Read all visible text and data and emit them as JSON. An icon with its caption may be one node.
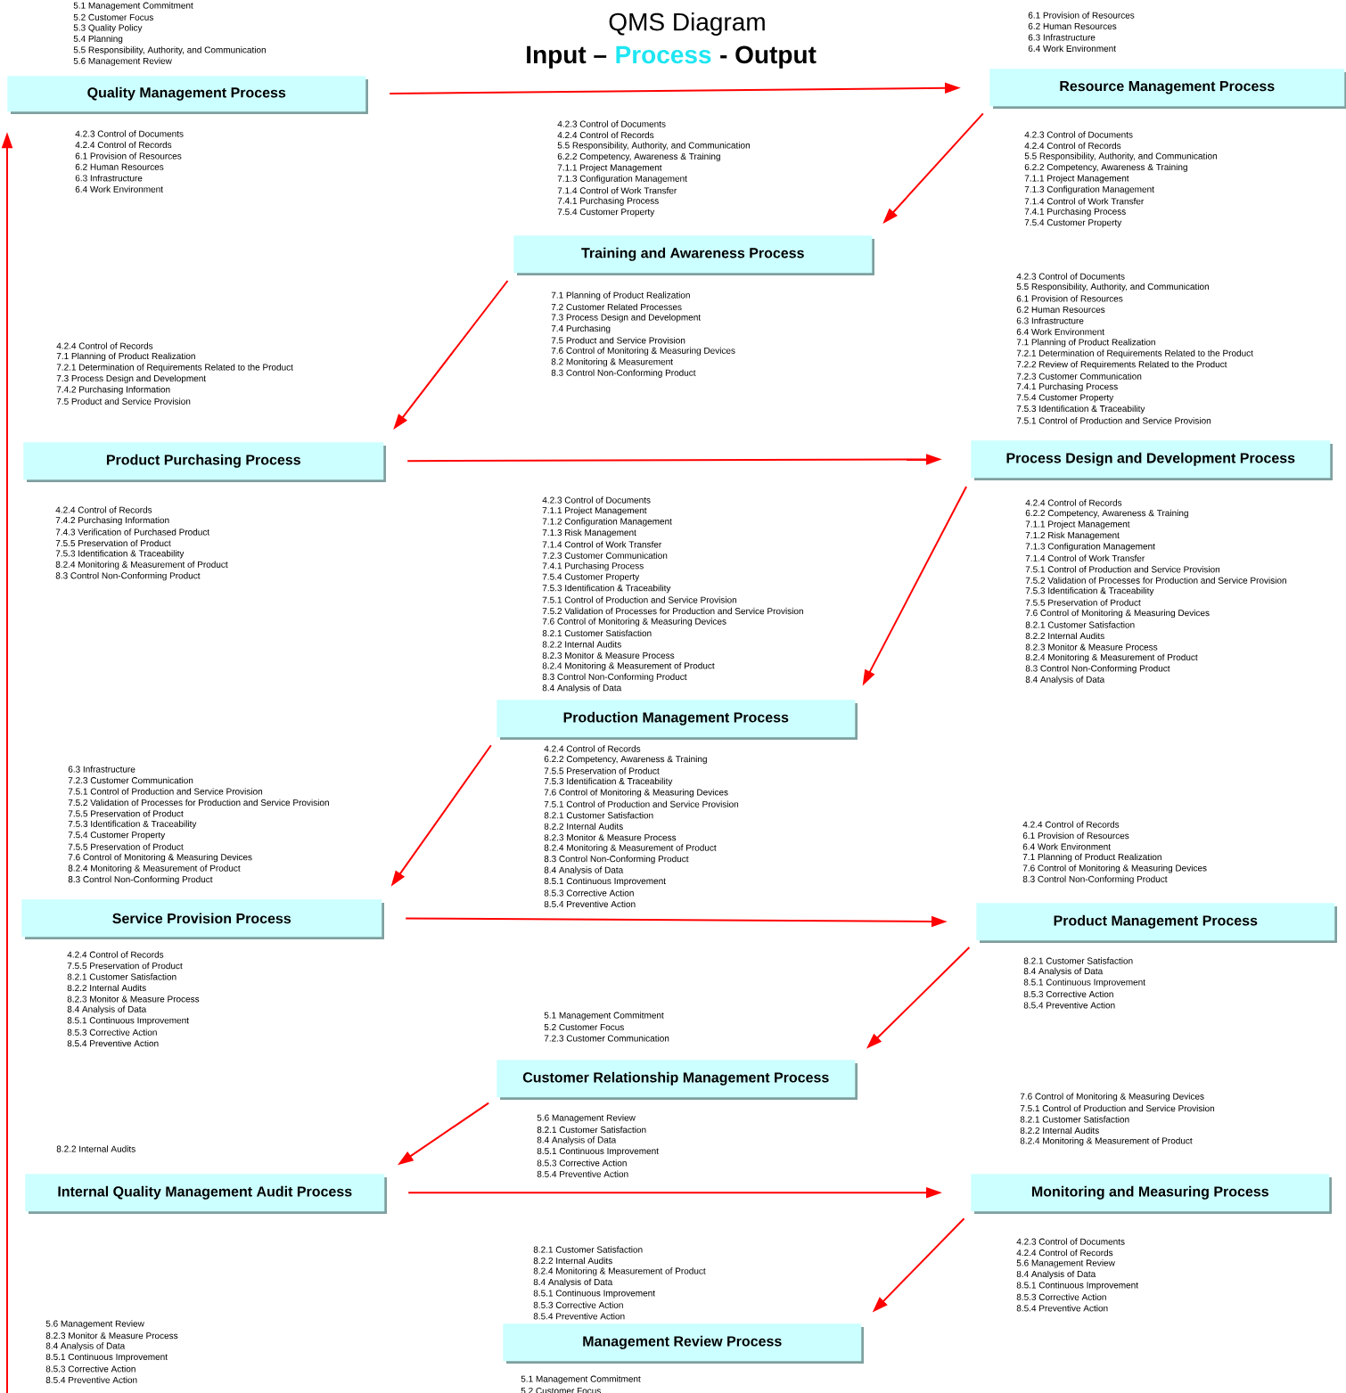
{
  "diagram": {
    "title": "QMS Diagram",
    "nodes": [
      {
        "text": [
          "Quality Management Process"
        ]
      },
      {
        "text": [
          "Resource Management Process"
        ]
      },
      {
        "text": [
          "Training and Awareness Process"
        ]
      },
      {
        "text": [
          "Product Purchasing Process"
        ]
      },
      {
        "text": [
          "Process Design and Development Process"
        ]
      },
      {
        "text": [
          "Production Management Process"
        ]
      },
      {
        "text": [
          "Service Provision Process"
        ]
      },
      {
        "text": [
          "Product Management Process"
        ]
      },
      {
        "text": [
          "Customer Relationship Management Process"
        ]
      },
      {
        "text": [
          "Internal Quality Management Audit Process"
        ]
      },
      {
        "text": [
          "Monitoring and Measuring Process"
        ]
      },
      {
        "text": [
          "Management Review Process"
        ]
      }
    ],
    "edges": [
      {
        "from": 0,
        "to": 1,
        "arrow": "to"
      },
      {
        "from": 1,
        "to": 2,
        "arrow": "to"
      },
      {
        "from": 2,
        "to": 3,
        "arrow": "to"
      },
      {
        "from": 3,
        "to": 4,
        "arrow": "to"
      },
      {
        "from": 4,
        "to": 5,
        "arrow": "to"
      },
      {
        "from": 5,
        "to": 6,
        "arrow": "to"
      },
      {
        "from": 6,
        "to": 7,
        "arrow": "to"
      },
      {
        "from": 7,
        "to": 8,
        "arrow": "to"
      },
      {
        "from": 8,
        "to": 9,
        "arrow": "to"
      },
      {
        "from": 9,
        "to": 10,
        "arrow": "to"
      },
      {
        "from": 10,
        "to": 11,
        "arrow": "to"
      },
      {
        "from": null,
        "to": 0,
        "arrow": "to"
      }
    ],
    "labels": [
      "Input –",
      "Process",
      "- Output",
      "5.1 Management Commitment",
      "5.2 Customer Focus",
      "5.3 Quality Policy",
      "5.4 Planning",
      "5.5 Responsibility, Authority, and Communication",
      "5.6 Management Review",
      "6.1 Provision of Resources",
      "6.2 Human Resources",
      "6.3 Infrastructure",
      "6.4 Work Environment",
      "4.2.3 Control of Documents",
      "4.2.4 Control of Records",
      "6.1 Provision of Resources",
      "6.2 Human Resources",
      "6.3 Infrastructure",
      "6.4 Work Environment",
      "4.2.3 Control of Documents",
      "4.2.4 Control of Records",
      "5.5 Responsibility, Authority, and Communication",
      "6.2.2 Competency, Awareness & Training",
      "7.1.1 Project Management",
      "7.1.3 Configuration Management",
      "7.1.4 Control of Work Transfer",
      "7.4.1 Purchasing Process",
      "7.5.4 Customer Property",
      "4.2.3 Control of Documents",
      "4.2.4 Control of Records",
      "5.5 Responsibility, Authority, and Communication",
      "6.2.2 Competency, Awareness & Training",
      "7.1.1 Project Management",
      "7.1.3 Configuration Management",
      "7.1.4 Control of Work Transfer",
      "7.4.1 Purchasing Process",
      "7.5.4 Customer Property",
      "7.1 Planning of Product Realization",
      "7.2 Customer Related Processes",
      "7.3 Process Design and Development",
      "7.4 Purchasing",
      "7.5 Product and Service Provision",
      "7.6 Control of Monitoring & Measuring Devices",
      "8.2 Monitoring & Measurement",
      "8.3 Control Non-Conforming Product",
      "4.2.3 Control of Documents",
      "5.5 Responsibility, Authority, and Communication",
      "6.1 Provision of Resources",
      "6.2 Human Resources",
      "6.3 Infrastructure",
      "6.4 Work Environment",
      "7.1 Planning of Product Realization",
      "7.2.1 Determination of Requirements Related to the Product",
      "7.2.2 Review of Requirements Related to the Product",
      "7.2.3 Customer Communication",
      "7.4.1 Purchasing Process",
      "7.5.4 Customer Property",
      "7.5.3 Identification & Traceability",
      "7.5.1 Control of Production and Service Provision",
      "4.2.4 Control of Records",
      "7.1 Planning of Product Realization",
      "7.2.1 Determination of Requirements Related to the Product",
      "7.3 Process Design and Development",
      "7.4.2 Purchasing Information",
      "7.5 Product and Service Provision",
      "4.2.4 Control of Records",
      "7.4.2 Purchasing Information",
      "7.4.3 Verification of Purchased Product",
      "7.5.5 Preservation of Product",
      "7.5.3 Identification & Traceability",
      "8.2.4 Monitoring & Measurement of Product",
      "8.3 Control Non-Conforming Product",
      "4.2.3 Control of Documents",
      "7.1.1 Project Management",
      "7.1.2 Configuration Management",
      "7.1.3 Risk Management",
      "7.1.4 Control of Work Transfer",
      "7.2.3 Customer Communication",
      "7.4.1 Purchasing Process",
      "7.5.4 Customer Property",
      "7.5.3 Identification & Traceability",
      "7.5.1 Control of Production and Service Provision",
      "7.5.2 Validation of Processes for Production and Service Provision",
      "7.6 Control of Monitoring & Measuring Devices",
      "8.2.1 Customer Satisfaction",
      "8.2.2 Internal Audits",
      "8.2.3 Monitor & Measure Process",
      "8.2.4 Monitoring & Measurement of Product",
      "8.3 Control Non-Conforming Product",
      "8.4 Analysis of Data",
      "4.2.4 Control of Records",
      "6.2.2 Competency, Awareness & Training",
      "7.1.1 Project Management",
      "7.1.2 Risk Management",
      "7.1.3 Configuration Management",
      "7.1.4 Control of Work Transfer",
      "7.5.1 Control of Production and Service Provision",
      "7.5.2 Validation of Processes for Production and Service Provision",
      "7.5.3 Identification & Traceability",
      "7.5.5 Preservation of Product",
      "7.6 Control of Monitoring & Measuring Devices",
      "8.2.1 Customer Satisfaction",
      "8.2.2 Internal Audits",
      "8.2.3 Monitor & Measure Process",
      "8.2.4 Monitoring & Measurement of Product",
      "8.3 Control Non-Conforming Product",
      "8.4 Analysis of Data",
      "4.2.4 Control of Records",
      "6.2.2 Competency, Awareness & Training",
      "7.5.5 Preservation of Product",
      "7.5.3 Identification & Traceability",
      "7.6 Control of Monitoring & Measuring Devices",
      "7.5.1 Control of Production and Service Provision",
      "8.2.1 Customer Satisfaction",
      "8.2.2 Internal Audits",
      "8.2.3 Monitor & Measure Process",
      "8.2.4 Monitoring & Measurement of Product",
      "8.3 Control Non-Conforming Product",
      "8.4 Analysis of Data",
      "8.5.1 Continuous Improvement",
      "8.5.3 Corrective Action",
      "8.5.4 Preventive Action",
      "6.3 Infrastructure",
      "7.2.3 Customer Communication",
      "7.5.1 Control of Production and Service Provision",
      "7.5.2 Validation of Processes for Production and Service Provision",
      "7.5.5 Preservation of Product",
      "7.5.3 Identification & Traceability",
      "7.5.4 Customer Property",
      "7.5.5 Preservation of Product",
      "7.6 Control of Monitoring & Measuring Devices",
      "8.2.4 Monitoring & Measurement of Product",
      "8.3 Control Non-Conforming Product",
      "4.2.4 Control of Records",
      "6.1 Provision of Resources",
      "6.4 Work Environment",
      "7.1 Planning of Product Realization",
      "7.6 Control of Monitoring & Measuring Devices",
      "8.3 Control Non-Conforming Product",
      "4.2.4 Control of Records",
      "7.5.5 Preservation of Product",
      "8.2.1 Customer Satisfaction",
      "8.2.2 Internal Audits",
      "8.2.3 Monitor & Measure Process",
      "8.4 Analysis of Data",
      "8.5.1 Continuous Improvement",
      "8.5.3 Corrective Action",
      "8.5.4 Preventive Action",
      "8.2.1 Customer Satisfaction",
      "8.4 Analysis of Data",
      "8.5.1 Continuous Improvement",
      "8.5.3 Corrective Action",
      "8.5.4 Preventive Action",
      "5.1 Management Commitment",
      "5.2 Customer Focus",
      "7.2.3 Customer Communication",
      "7.6 Control of Monitoring & Measuring Devices",
      "7.5.1 Control of Production and Service Provision",
      "8.2.1 Customer Satisfaction",
      "8.2.2 Internal Audits",
      "8.2.4 Monitoring & Measurement of Product",
      "5.6 Management Review",
      "8.2.1 Customer Satisfaction",
      "8.4 Analysis of Data",
      "8.5.1 Continuous Improvement",
      "8.5.3 Corrective Action",
      "8.5.4 Preventive Action",
      "8.2.2 Internal Audits",
      "8.2.1 Customer Satisfaction",
      "8.2.2 Internal Audits",
      "8.2.4 Monitoring & Measurement of Product",
      "8.4 Analysis of Data",
      "8.5.1 Continuous Improvement",
      "8.5.3 Corrective Action",
      "8.5.4 Preventive Action",
      "4.2.3 Control of Documents",
      "4.2.4 Control of Records",
      "5.6 Management Review",
      "8.4 Analysis of Data",
      "8.5.1 Continuous Improvement",
      "8.5.3 Corrective Action",
      "8.5.4 Preventive Action",
      "5.6 Management Review",
      "8.2.3 Monitor & Measure Process",
      "8.4 Analysis of Data",
      "8.5.1 Continuous Improvement",
      "8.5.3 Corrective Action",
      "8.5.4 Preventive Action",
      "5.1 Management Commitment",
      "5.2 Customer Focus"
    ]
  }
}
